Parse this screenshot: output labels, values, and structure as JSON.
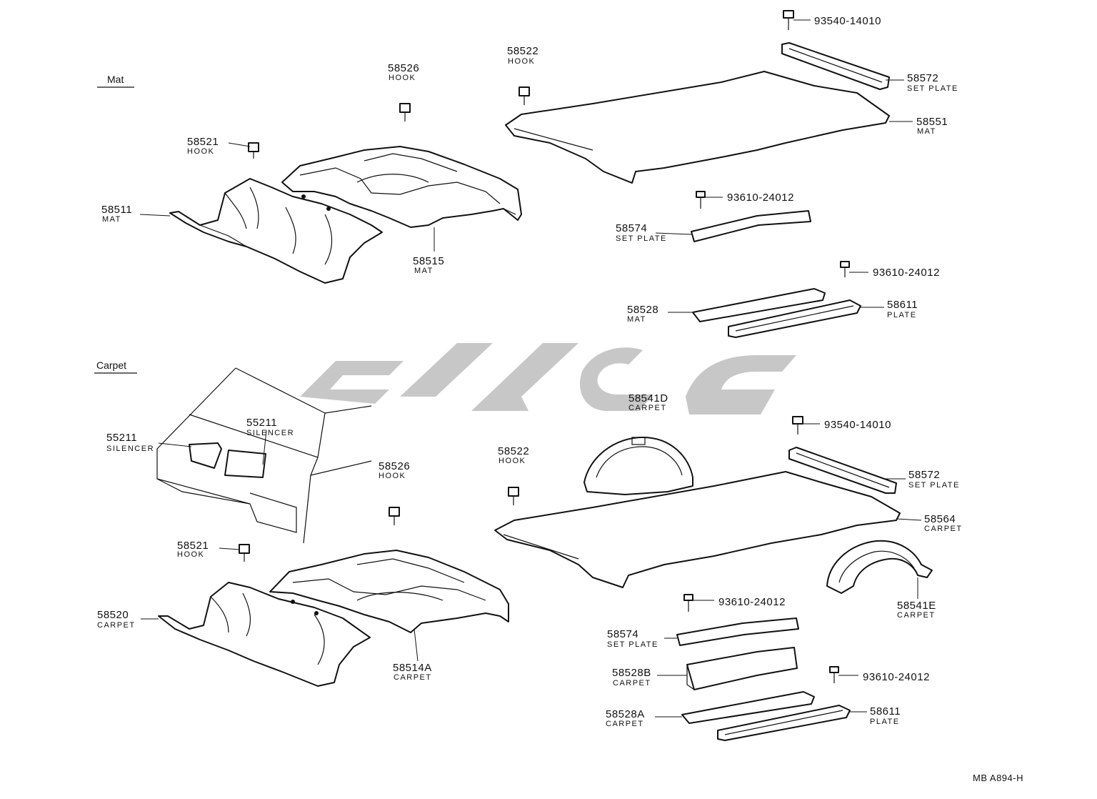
{
  "sections": {
    "mat": "Mat",
    "carpet": "Carpet"
  },
  "diagram_code": "MB A894-H",
  "callouts": {
    "c01": {
      "number": "93540-14010",
      "desc": ""
    },
    "c02": {
      "number": "58522",
      "desc": "HOOK"
    },
    "c03": {
      "number": "58526",
      "desc": "HOOK"
    },
    "c04": {
      "number": "58572",
      "desc": "SET PLATE"
    },
    "c05": {
      "number": "58551",
      "desc": "MAT"
    },
    "c06": {
      "number": "58521",
      "desc": "HOOK"
    },
    "c07": {
      "number": "58511",
      "desc": "MAT"
    },
    "c08": {
      "number": "58515",
      "desc": "MAT"
    },
    "c09": {
      "number": "93610-24012",
      "desc": ""
    },
    "c10": {
      "number": "58574",
      "desc": "SET PLATE"
    },
    "c11": {
      "number": "93610-24012",
      "desc": ""
    },
    "c12": {
      "number": "58528",
      "desc": "MAT"
    },
    "c13": {
      "number": "58611",
      "desc": "PLATE"
    },
    "c14": {
      "number": "55211",
      "desc": "SILENCER"
    },
    "c15": {
      "number": "55211",
      "desc": "SILENCER"
    },
    "c16": {
      "number": "58541D",
      "desc": "CARPET"
    },
    "c17": {
      "number": "58522",
      "desc": "HOOK"
    },
    "c18": {
      "number": "58526",
      "desc": "HOOK"
    },
    "c19": {
      "number": "93540-14010",
      "desc": ""
    },
    "c20": {
      "number": "58572",
      "desc": "SET PLATE"
    },
    "c21": {
      "number": "58564",
      "desc": "CARPET"
    },
    "c22": {
      "number": "58521",
      "desc": "HOOK"
    },
    "c23": {
      "number": "58520",
      "desc": "CARPET"
    },
    "c24": {
      "number": "58514A",
      "desc": "CARPET"
    },
    "c25": {
      "number": "58541E",
      "desc": "CARPET"
    },
    "c26": {
      "number": "93610-24012",
      "desc": ""
    },
    "c27": {
      "number": "58574",
      "desc": "SET PLATE"
    },
    "c28": {
      "number": "58528B",
      "desc": "CARPET"
    },
    "c29": {
      "number": "93610-24012",
      "desc": ""
    },
    "c30": {
      "number": "58528A",
      "desc": "CARPET"
    },
    "c31": {
      "number": "58611",
      "desc": "PLATE"
    }
  }
}
